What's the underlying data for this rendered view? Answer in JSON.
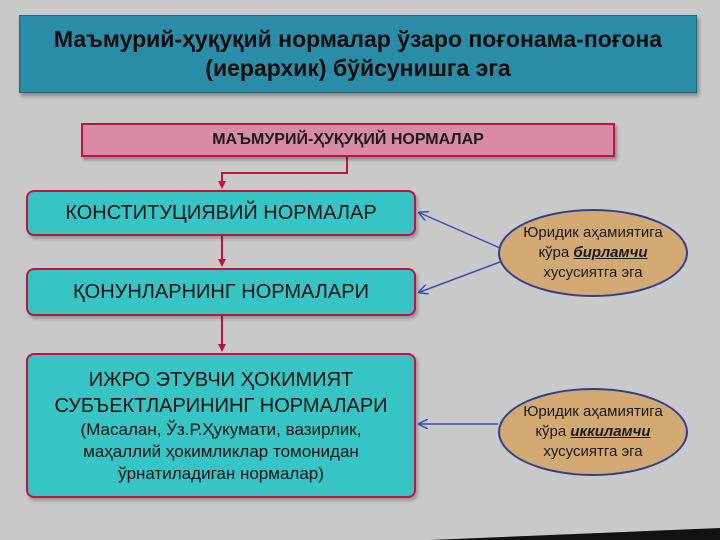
{
  "title": {
    "line1": "Маъмурий-ҳуқуқий нормалар ўзаро поғонама-поғона",
    "line2": "(иерархик) бўйсунишга эга"
  },
  "root": {
    "label": "МАЪМУРИЙ-ҲУҚУҚИЙ НОРМАЛАР"
  },
  "levels": [
    {
      "label": "КОНСТИТУЦИЯВИЙ НОРМАЛАР"
    },
    {
      "label": "ҚОНУНЛАРНИНГ НОРМАЛАРИ"
    },
    {
      "line1": "ИЖРО ЭТУВЧИ ҲОКИМИЯТ",
      "line2": "СУБЪЕКТЛАРИНИНГ  НОРМАЛАРИ",
      "sub1": "(Масалан, Ўз.Р.Ҳукумати, вазирлик,",
      "sub2": "маҳаллий ҳокимликлар томонидан",
      "sub3": "ўрнатиладиган нормалар)"
    }
  ],
  "notes": [
    {
      "line1": "Юридик аҳамиятига",
      "line2_prefix": "кўра ",
      "emphasis": "бирламчи",
      "line3": "хусусиятга эга"
    },
    {
      "line1": "Юридик аҳамиятига",
      "line2_prefix": "кўра ",
      "emphasis": "иккиламчи",
      "line3": "хусусиятга эга"
    }
  ],
  "colors": {
    "background": "#c9c9c9",
    "title_fill": "#2a8ca6",
    "root_fill": "#d98aa6",
    "box_fill": "#36c4c4",
    "box_border": "#c0143c",
    "flow_arrow": "#c0143c",
    "oval_fill": "#d2a873",
    "note_arrow": "#3a4fb0"
  }
}
